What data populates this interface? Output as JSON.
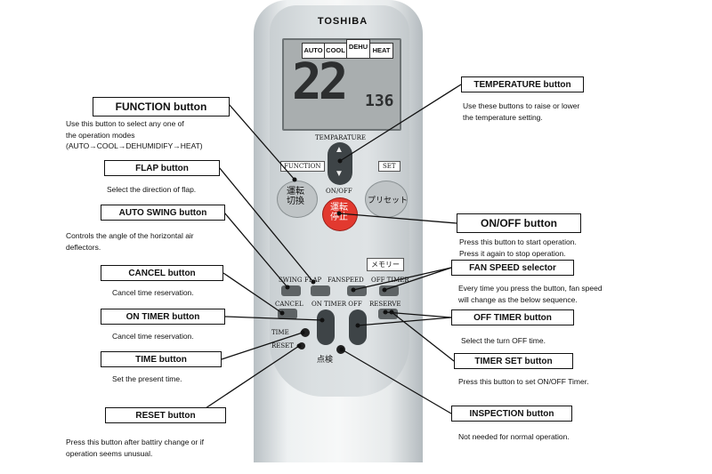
{
  "remote": {
    "brand": "TOSHIBA",
    "modes": [
      "AUTO",
      "COOL",
      "DEHU",
      "HEAT"
    ],
    "display_temp": "22",
    "display_small": "136",
    "labels": {
      "temperature": "TEMPARATURE",
      "function": "FUNCTION",
      "set": "SET",
      "onoff": "ON/OFF",
      "swing": "SWING",
      "flap": "FLAP",
      "fanspeed": "FANSPEED",
      "off_timer": "OFF TIMER",
      "cancel": "CANCEL",
      "on_timer_off": "ON TIMER OFF",
      "reserve": "RESERVE",
      "time": "TIME",
      "reset": "RESET",
      "memory": "メモリー",
      "function_jp": "運転\n切換",
      "set_jp": "プリセット",
      "onoff_jp": "運転\n停止",
      "inspection_jp": "点検"
    }
  },
  "callouts": [
    {
      "id": "function",
      "title": "FUNCTION button",
      "desc": "Use this button to select any one of\nthe operation modes\n(AUTO→COOL→DEHUMIDIFY→HEAT)"
    },
    {
      "id": "flap",
      "title": "FLAP button",
      "desc": "Select the direction of flap."
    },
    {
      "id": "auto-swing",
      "title": "AUTO SWING button",
      "desc": "Controls the angle of the horizontal air\ndeflectors."
    },
    {
      "id": "cancel",
      "title": "CANCEL button",
      "desc": "Cancel time reservation."
    },
    {
      "id": "on-timer",
      "title": "ON TIMER button",
      "desc": "Cancel time reservation."
    },
    {
      "id": "time",
      "title": "TIME button",
      "desc": "Set the present time."
    },
    {
      "id": "reset",
      "title": "RESET button",
      "desc": "Press this button after battiry change or if\noperation seems unusual."
    },
    {
      "id": "temperature",
      "title": "TEMPERATURE button",
      "desc": "Use these buttons to raise or lower\nthe temperature setting."
    },
    {
      "id": "onoff",
      "title": "ON/OFF  button",
      "desc": "Press this button to start operation.\nPress it again to stop operation."
    },
    {
      "id": "fan-speed",
      "title": "FAN SPEED selector",
      "desc": "Every time you press the button, fan speed\nwill change as the below sequence."
    },
    {
      "id": "off-timer",
      "title": "OFF TIMER button",
      "desc": "Select the turn OFF time."
    },
    {
      "id": "timer-set",
      "title": "TIMER SET button",
      "desc": "Press this button to set ON/OFF Timer."
    },
    {
      "id": "inspection",
      "title": "INSPECTION button",
      "desc": "Not needed for normal operation."
    }
  ]
}
